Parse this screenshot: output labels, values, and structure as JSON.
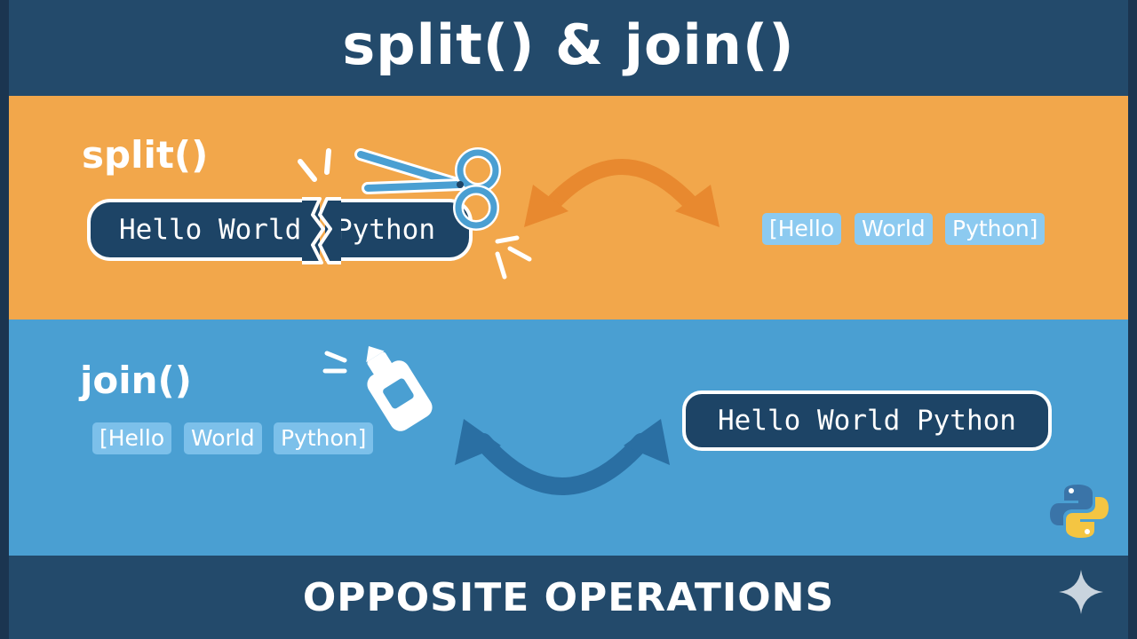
{
  "header": {
    "title": "split() & join()"
  },
  "split_section": {
    "label": "split()",
    "string_left": "Hello World",
    "string_right": "Python",
    "list_items": [
      "[Hello",
      "World",
      "Python]"
    ],
    "color": "#f2a74b"
  },
  "join_section": {
    "label": "join()",
    "list_items": [
      "[Hello",
      "World",
      "Python]"
    ],
    "joined_string": "Hello World Python",
    "color": "#4a9fd2"
  },
  "footer": {
    "tagline": "OPPOSITE OPERATIONS"
  },
  "icons": {
    "split": "scissors-icon",
    "join": "glue-bottle-icon",
    "brand": "python-logo-icon",
    "corner": "sparkle-icon"
  },
  "colors": {
    "header_bg": "#234a6b",
    "pill_bg": "#1d4466",
    "split_arrow": "#e8892f",
    "join_arrow": "#2a6fa3"
  }
}
